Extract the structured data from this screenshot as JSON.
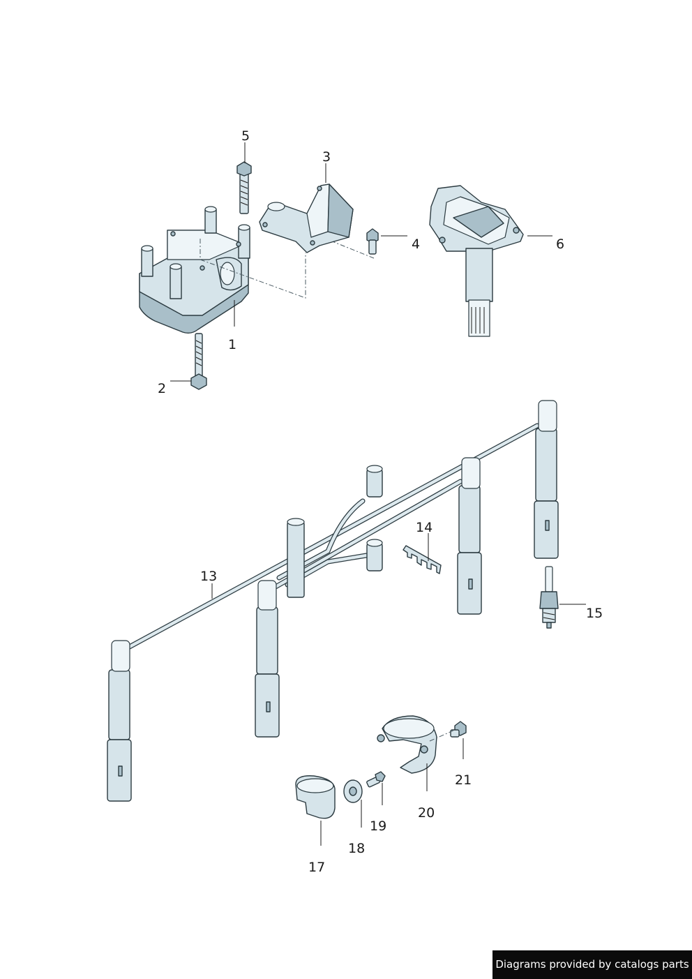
{
  "callouts": {
    "c1": "1",
    "c2": "2",
    "c3": "3",
    "c4": "4",
    "c5": "5",
    "c6": "6",
    "c13": "13",
    "c14": "14",
    "c15": "15",
    "c17": "17",
    "c18": "18",
    "c19": "19",
    "c20": "20",
    "c21": "21"
  },
  "footer": {
    "credit": "Diagrams provided by catalogs parts"
  }
}
